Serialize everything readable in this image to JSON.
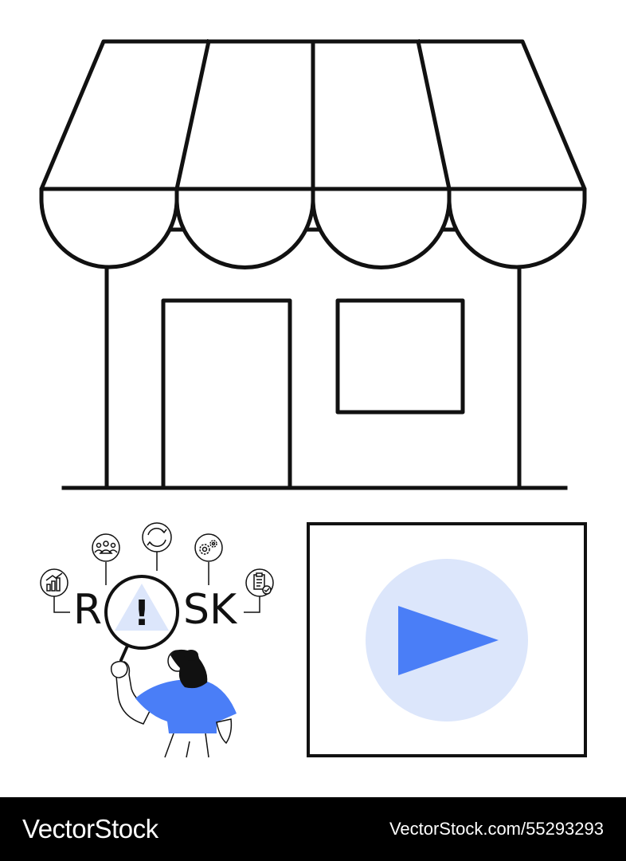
{
  "risk_graphic": {
    "letter_r": "R",
    "exclamation": "!",
    "letters_sk": "SK"
  },
  "icons": {
    "shop": "storefront-icon",
    "team": "team-icon",
    "refresh": "refresh-icon",
    "settings": "gears-icon",
    "growth": "growth-chart-icon",
    "report": "clipboard-check-icon",
    "magnifier": "magnifier-icon",
    "play": "play-icon"
  },
  "colors": {
    "line": "#111111",
    "accent_blue": "#4a7ef7",
    "light_blue": "#dce6fb",
    "footer_bg": "#000000",
    "footer_text": "#ffffff"
  },
  "footer": {
    "brand": "VectorStock",
    "stock_id": "VectorStock.com/55293293"
  }
}
